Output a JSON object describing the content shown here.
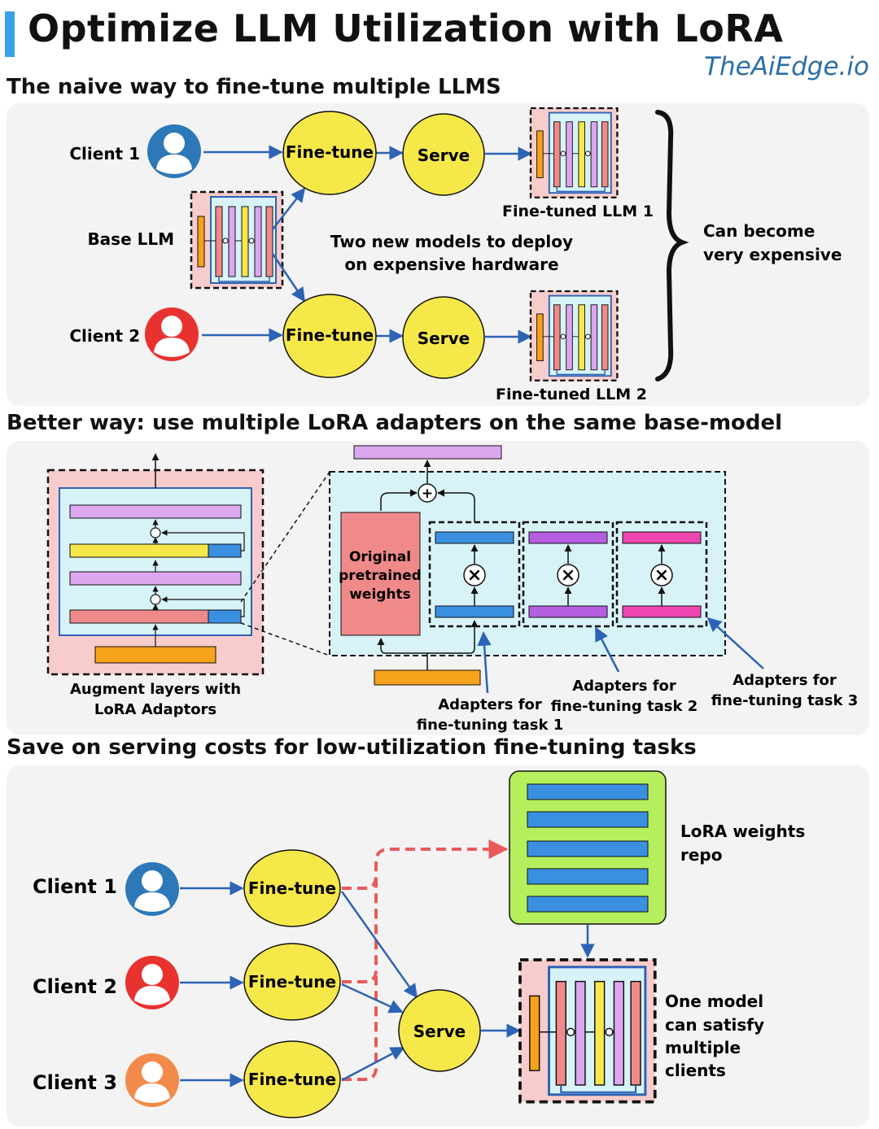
{
  "header": {
    "title": "Optimize LLM Utilization with LoRA",
    "brand": "TheAiEdge.io"
  },
  "section1": {
    "title": "The naive way to fine-tune multiple LLMS",
    "client1": "Client 1",
    "client2": "Client 2",
    "base_llm": "Base LLM",
    "finetune": "Fine-tune",
    "serve": "Serve",
    "llm1": "Fine-tuned LLM 1",
    "llm2": "Fine-tuned LLM 2",
    "note_line1": "Two new models to deploy",
    "note_line2": "on expensive hardware",
    "cost_line1": "Can become",
    "cost_line2": "very expensive"
  },
  "section2": {
    "title": "Better way: use multiple LoRA adapters on the same base-model",
    "augment_line1": "Augment layers with",
    "augment_line2": "LoRA Adaptors",
    "orig_line1": "Original",
    "orig_line2": "pretrained",
    "orig_line3": "weights",
    "task1_line1": "Adapters for",
    "task1_line2": "fine-tuning task 1",
    "task2_line1": "Adapters for",
    "task2_line2": "fine-tuning task 2",
    "task3_line1": "Adapters for",
    "task3_line2": "fine-tuning task 3",
    "plus": "+",
    "times": "×"
  },
  "section3": {
    "title": "Save on serving costs for low-utilization fine-tuning tasks",
    "client1": "Client 1",
    "client2": "Client 2",
    "client3": "Client 3",
    "finetune": "Fine-tune",
    "serve": "Serve",
    "repo_line1": "LoRA weights",
    "repo_line2": "repo",
    "one_line1": "One model",
    "one_line2": "can satisfy",
    "one_line3": "multiple",
    "one_line4": "clients"
  },
  "colors": {
    "accent": "#3aa0e8",
    "panel": "#f3f3f3",
    "yellow": "#f7e84a",
    "arrow": "#2d63b5",
    "client_blue": "#2d78b8",
    "client_red": "#e8322f",
    "client_orange": "#f28a4a",
    "pink_bg": "#f9cccc",
    "light_blue_bg": "#d7f3f7",
    "lime": "#b6ef5e",
    "bar_blue": "#3b8fe0",
    "bar_purple": "#b55ee0",
    "bar_pink": "#ee45b0",
    "bar_lavender": "#dca7ef",
    "bar_salmon": "#f08a8a",
    "bar_orange": "#f7a21b",
    "dashed_red": "#e85a5a"
  },
  "icons": [
    "user-icon",
    "llm-stack-icon",
    "brace-icon",
    "plus-node-icon",
    "multiply-node-icon"
  ]
}
